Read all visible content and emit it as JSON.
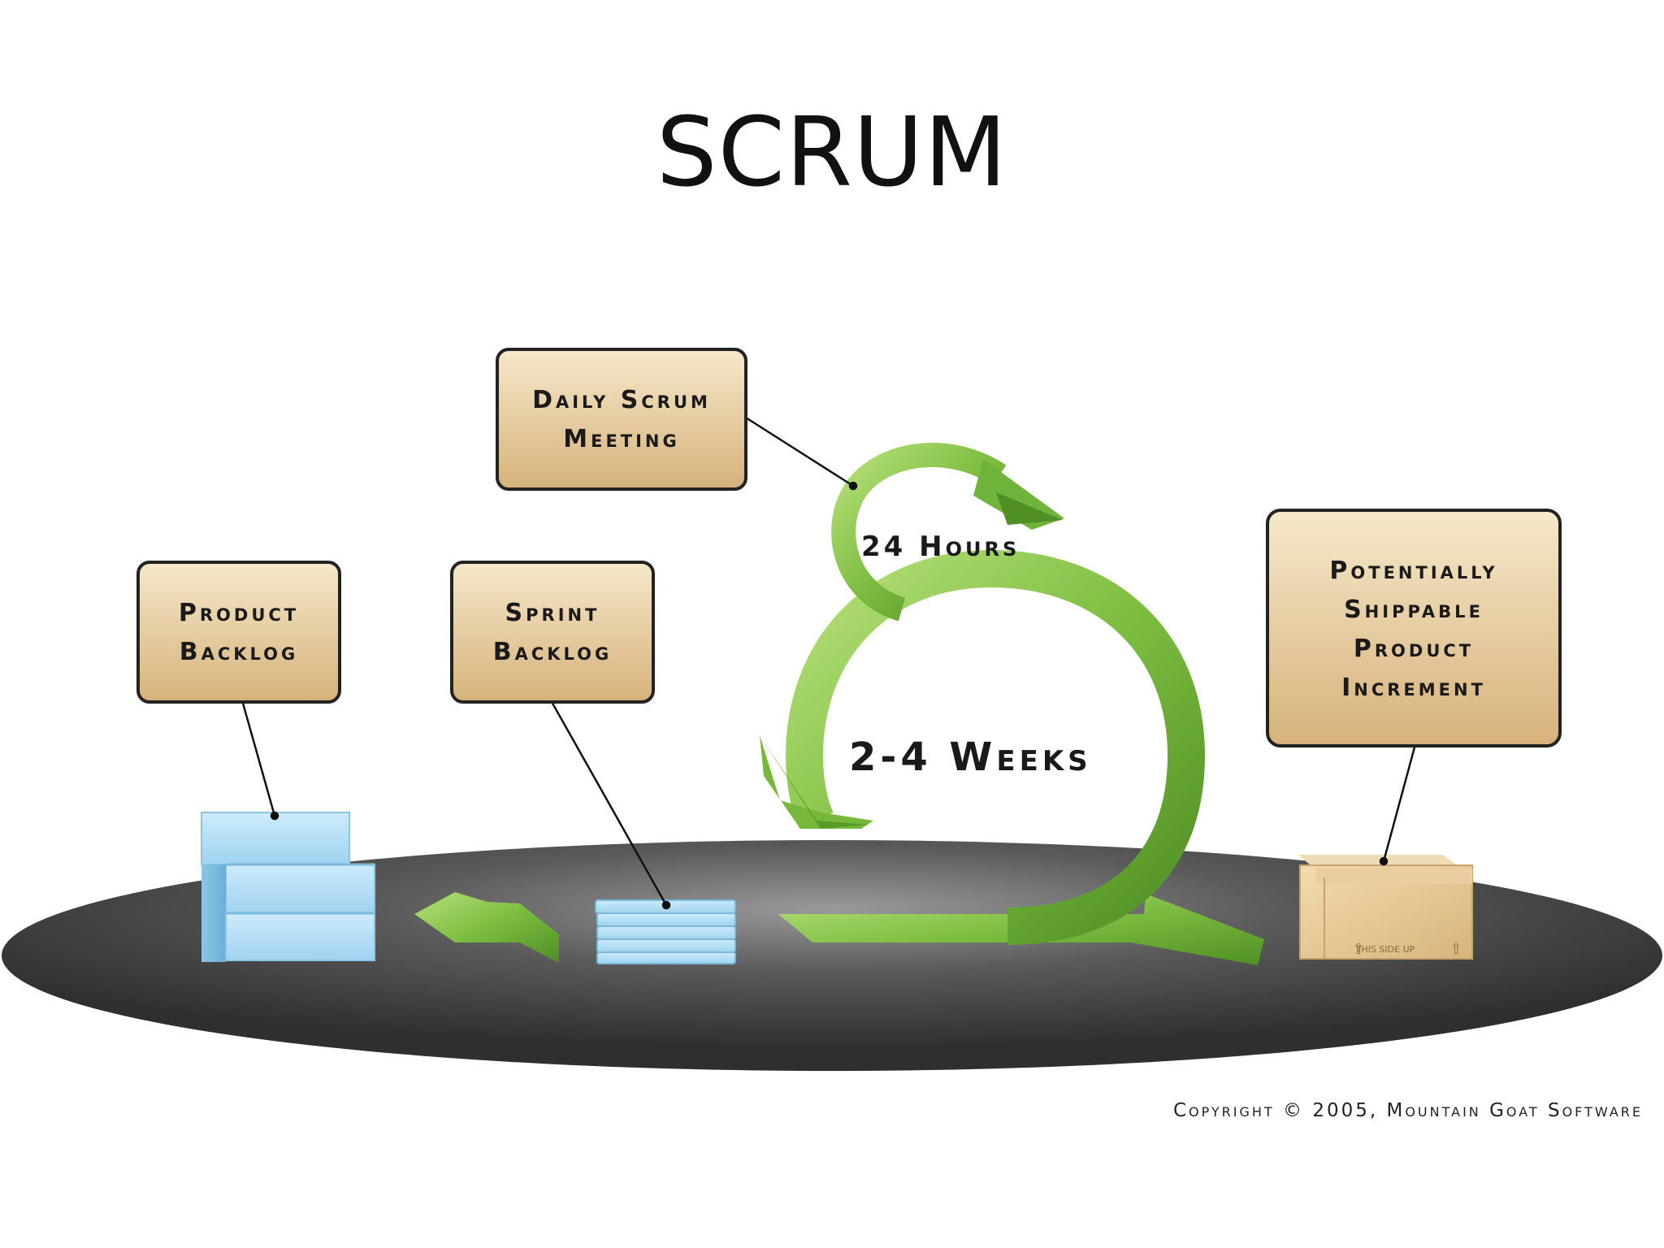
{
  "title": "SCRUM",
  "boxes": {
    "daily_scrum": [
      "Daily Scrum",
      "Meeting"
    ],
    "product_backlog": [
      "Product",
      "Backlog"
    ],
    "sprint_backlog": [
      "Sprint",
      "Backlog"
    ],
    "increment": [
      "Potentially",
      "Shippable",
      "Product",
      "Increment"
    ]
  },
  "loops": {
    "daily": "24 Hours",
    "sprint": "2-4 Weeks"
  },
  "box_label": "THIS SIDE UP",
  "copyright": "Copyright © 2005, Mountain Goat Software",
  "colors": {
    "box_fill_top": "#f3e2c0",
    "box_fill_bottom": "#d9b77f",
    "arrow_green": "#6db33f",
    "arrow_green_light": "#a7d66a",
    "floor_dark": "#3b3b3b",
    "backlog_blue": "#9fd3ef"
  }
}
